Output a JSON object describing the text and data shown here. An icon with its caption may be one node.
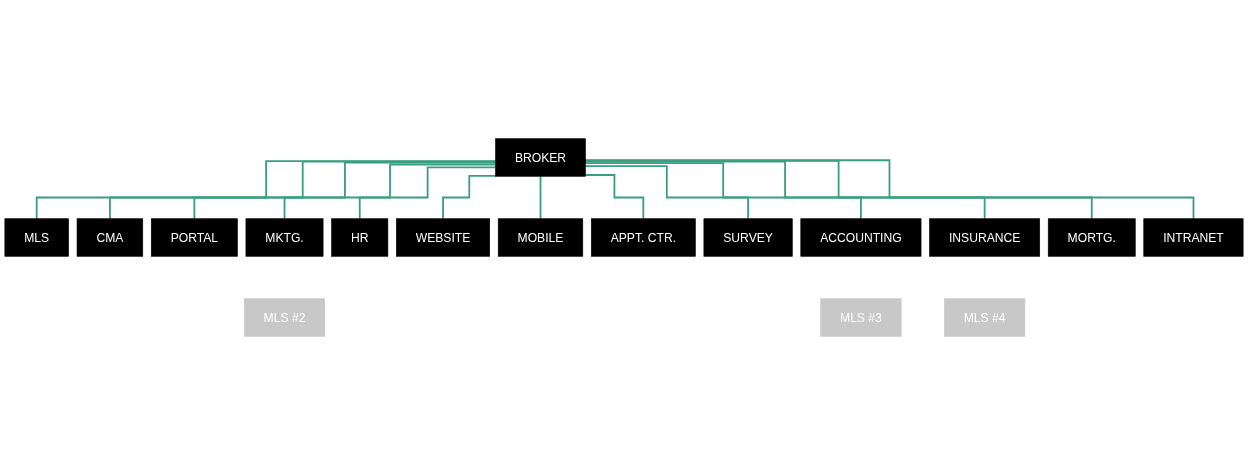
{
  "diagram": {
    "nodes": [
      {
        "text": [
          "BROKER"
        ]
      },
      {
        "text": [
          "MLS"
        ]
      },
      {
        "text": [
          "CMA"
        ]
      },
      {
        "text": [
          "PORTAL"
        ]
      },
      {
        "text": [
          "ACCOUNTING"
        ]
      },
      {
        "text": [
          "HR"
        ]
      },
      {
        "text": [
          "WEBSITE"
        ]
      },
      {
        "text": [
          "MOBILE"
        ]
      },
      {
        "text": [
          "APPT. CTR."
        ]
      },
      {
        "text": [
          "SURVEY"
        ]
      },
      {
        "text": [
          "MKTG."
        ]
      },
      {
        "text": [
          "INSURANCE"
        ]
      },
      {
        "text": [
          "MORTG."
        ]
      },
      {
        "text": [
          "INTRANET"
        ]
      },
      {
        "text": [
          "MLS #2"
        ]
      },
      {
        "text": [
          "MLS #3"
        ]
      },
      {
        "text": [
          "MLS #4"
        ]
      }
    ],
    "edges": [
      {
        "from": 0,
        "to": 1,
        "arrow": "none"
      },
      {
        "from": 0,
        "to": 8,
        "arrow": "none"
      },
      {
        "from": 0,
        "to": 2,
        "arrow": "none"
      },
      {
        "from": 0,
        "to": 9,
        "arrow": "none"
      },
      {
        "from": 0,
        "to": 3,
        "arrow": "none"
      },
      {
        "from": 0,
        "to": 10,
        "arrow": "none"
      },
      {
        "from": 0,
        "to": 4,
        "arrow": "none"
      },
      {
        "from": 0,
        "to": 11,
        "arrow": "none"
      },
      {
        "from": 0,
        "to": 5,
        "arrow": "none"
      },
      {
        "from": 0,
        "to": 12,
        "arrow": "none"
      },
      {
        "from": 0,
        "to": 6,
        "arrow": "none"
      },
      {
        "from": 0,
        "to": 13,
        "arrow": "none"
      },
      {
        "from": 0,
        "to": 7,
        "arrow": "none"
      }
    ]
  }
}
